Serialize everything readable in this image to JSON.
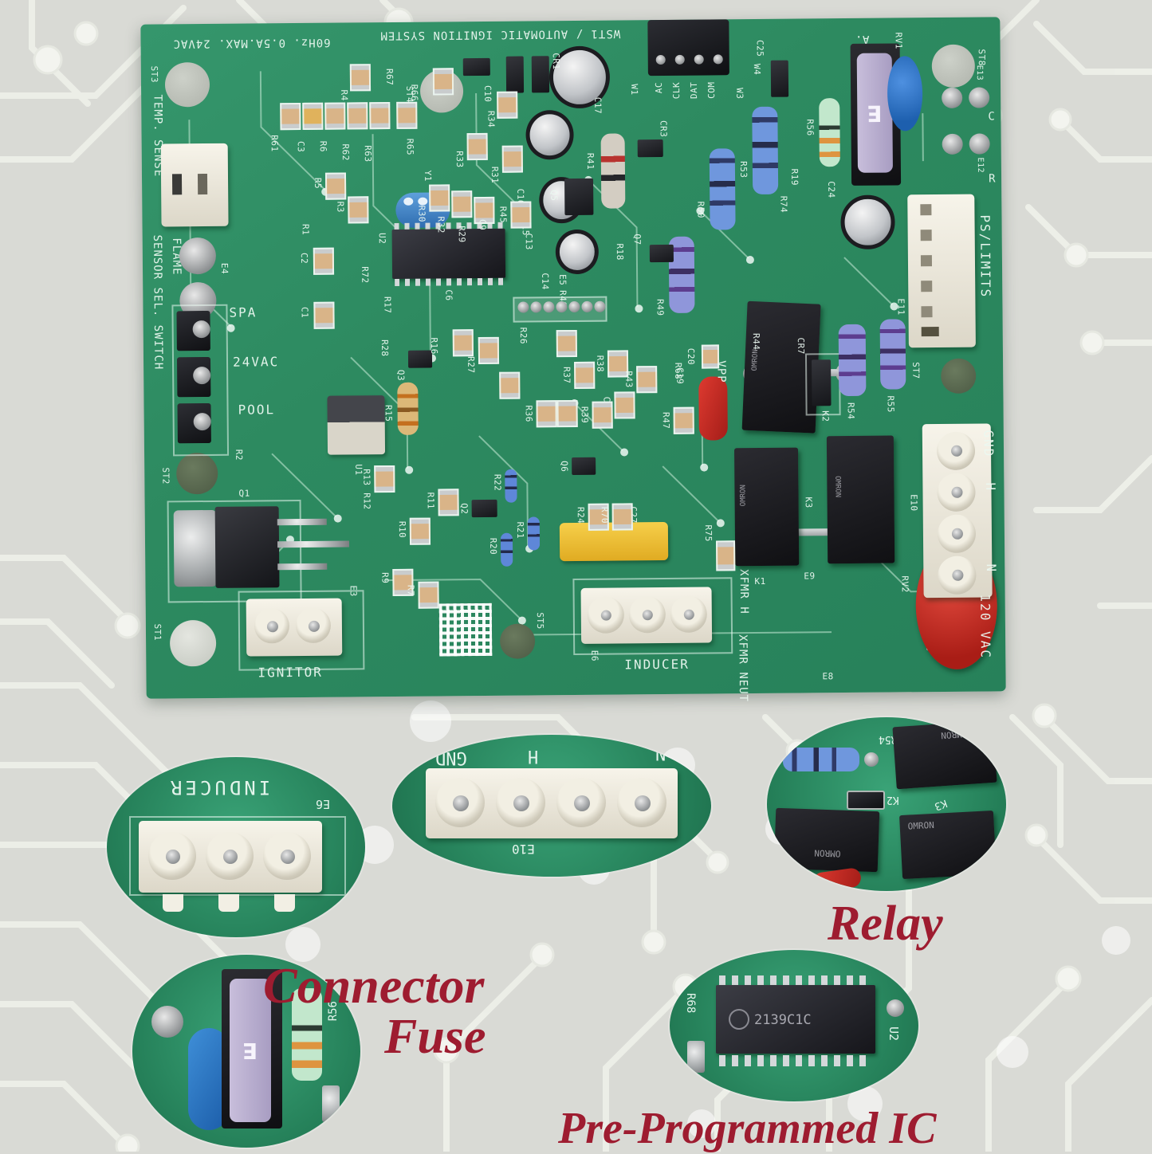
{
  "colors": {
    "board_green": "#2e8f63",
    "label_red": "#9e1c30",
    "background": "#d9dad5"
  },
  "board_text": {
    "title_rotated": "WST1 / AUTOMATIC IGNITION SYSTEM",
    "rating_rotated": "60Hz. 0.5A.MAX. 24VAC",
    "temp_sense": "TEMP. SENSE",
    "flame": "FLAME",
    "sensor_sel": "SENSOR SEL. SWITCH",
    "spa": "SPA",
    "v24": "24VAC",
    "pool": "POOL",
    "ignitor": "IGNITOR",
    "inducer": "INDUCER",
    "xfmr_h": "XFMR H",
    "xfmr_neut": "XFMR NEUT",
    "vac120": "120 VAC",
    "ps_limits": "PS/LIMITS",
    "gnd": "GND",
    "h": "H",
    "n": "N",
    "r": "R",
    "c": "C",
    "a": "A.",
    "vpp": "VPP"
  },
  "header": {
    "ac": "AC",
    "clk": "CLK",
    "dat": "DAT",
    "com": "COM"
  },
  "refs": {
    "st1": "ST1",
    "st2": "ST2",
    "st3": "ST3",
    "st4": "ST4",
    "st5": "ST5",
    "st6": "ST6",
    "st7": "ST7",
    "st8": "ST8",
    "e3": "E3",
    "e4": "E4",
    "e5": "E5",
    "e6": "E6",
    "e8": "E8",
    "e9": "E9",
    "e10": "E10",
    "e11": "E11",
    "e12": "E12",
    "e13": "E13",
    "k1": "K1",
    "k2": "K2",
    "k3": "K3",
    "q1": "Q1",
    "q2": "Q2",
    "q3": "Q3",
    "q5": "Q5",
    "q6": "Q6",
    "q7": "Q7",
    "u1": "U1",
    "u2": "U2",
    "y1": "Y1",
    "w1": "W1",
    "w3": "W3",
    "w4": "W4",
    "r1": "R1",
    "r2": "R2",
    "r3": "R3",
    "r4": "R4",
    "r5": "R5",
    "r6": "R6",
    "r7": "R7",
    "r9": "R9",
    "r10": "R10",
    "r11": "R11",
    "r12": "R12",
    "r13": "R13",
    "r15": "R15",
    "r16": "R16",
    "r17": "R17",
    "r18": "R18",
    "r19": "R19",
    "r20": "R20",
    "r21": "R21",
    "r22": "R22",
    "r24": "R24",
    "r26": "R26",
    "r27": "R27",
    "r28": "R28",
    "r29": "R29",
    "r30": "R30",
    "r31": "R31",
    "r32": "R32",
    "r33": "R33",
    "r34": "R34",
    "r36": "R36",
    "r37": "R37",
    "r38": "R38",
    "r39": "R39",
    "r40": "R40",
    "r41": "R41",
    "r43": "R43",
    "r44": "R44",
    "r45": "R45",
    "r47": "R47",
    "r49": "R49",
    "r50": "R50",
    "r53": "R53",
    "r54": "R54",
    "r55": "R55",
    "r56": "R56",
    "r61": "R61",
    "r62": "R62",
    "r63": "R63",
    "r65": "R65",
    "r66": "R66",
    "r67": "R67",
    "r68": "R68",
    "r70": "R70",
    "r72": "R72",
    "r74": "R74",
    "r75": "R75",
    "c1": "C1",
    "c2": "C2",
    "c3": "C3",
    "c6": "C6",
    "c9": "C9",
    "c10": "C10",
    "c13": "C13",
    "c14": "C14",
    "c15": "C15",
    "c16": "C16",
    "c17": "C17",
    "c18": "C18",
    "c19": "C19",
    "c20": "C20",
    "c24": "C24",
    "c25": "C25",
    "c27": "C27",
    "cr1": "CR1",
    "cr3": "CR3",
    "cr7": "CR7",
    "rv1": "RV1",
    "rv2": "RV2"
  },
  "relay_marking": "OMRON",
  "ic_marking": "2139C1C",
  "callouts": {
    "connector": {
      "label": "Connector"
    },
    "relay": {
      "label": "Relay"
    },
    "fuse": {
      "label": "Fuse"
    },
    "ic": {
      "label": "Pre-Programmed IC"
    }
  }
}
